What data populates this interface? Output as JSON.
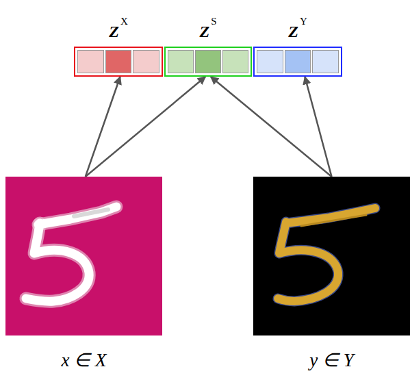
{
  "diagram": {
    "nodes": [
      {
        "text": [
          "Z",
          "X"
        ]
      },
      {
        "text": [
          "Z",
          "S"
        ]
      },
      {
        "text": [
          "Z",
          "Y"
        ]
      },
      {
        "text": [
          "x ∈ X"
        ]
      },
      {
        "text": [
          "y ∈ Y"
        ]
      }
    ],
    "edges": [
      {
        "from": 3,
        "to": 0,
        "arrow": "to"
      },
      {
        "from": 3,
        "to": 1,
        "arrow": "to"
      },
      {
        "from": 4,
        "to": 1,
        "arrow": "to"
      },
      {
        "from": 4,
        "to": 2,
        "arrow": "to"
      }
    ]
  }
}
